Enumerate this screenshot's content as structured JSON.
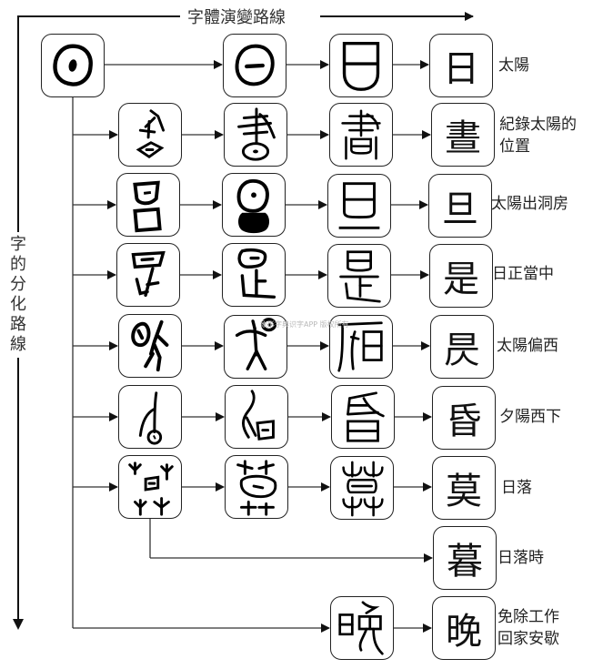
{
  "titles": {
    "evolution_route": "字體演變路線",
    "branch_route": "字的分化路線"
  },
  "watermark": "象形字典识字APP 版权所有",
  "rows": [
    {
      "id": "ri",
      "modern": "日",
      "meaning": "太陽",
      "glyphs": [
        "oracle-sun",
        "bronze-sun",
        "seal-sun"
      ]
    },
    {
      "id": "zhou",
      "modern": "晝",
      "meaning": "紀錄太陽的\n位置",
      "glyphs": [
        "oracle-zhou",
        "bronze-zhou",
        "seal-zhou"
      ]
    },
    {
      "id": "dan",
      "modern": "旦",
      "meaning": "太陽出洞房",
      "glyphs": [
        "oracle-dan",
        "bronze-dan",
        "seal-dan"
      ]
    },
    {
      "id": "shi",
      "modern": "是",
      "meaning": "日正當中",
      "glyphs": [
        "oracle-shi",
        "bronze-shi",
        "seal-shi"
      ]
    },
    {
      "id": "ze",
      "modern": "昃",
      "meaning": "太陽偏西",
      "glyphs": [
        "oracle-ze",
        "bronze-ze",
        "seal-ze"
      ]
    },
    {
      "id": "hun",
      "modern": "昏",
      "meaning": "夕陽西下",
      "glyphs": [
        "oracle-hun",
        "bronze-hun",
        "seal-hun"
      ]
    },
    {
      "id": "mo",
      "modern": "莫",
      "meaning": "日落",
      "glyphs": [
        "oracle-mo",
        "bronze-mo",
        "seal-mo"
      ]
    },
    {
      "id": "mu",
      "modern": "暮",
      "meaning": "日落時",
      "glyphs": []
    },
    {
      "id": "wan",
      "modern": "晚",
      "meaning": "免除工作\n回家安歇",
      "glyphs": [
        "seal-wan"
      ]
    }
  ]
}
